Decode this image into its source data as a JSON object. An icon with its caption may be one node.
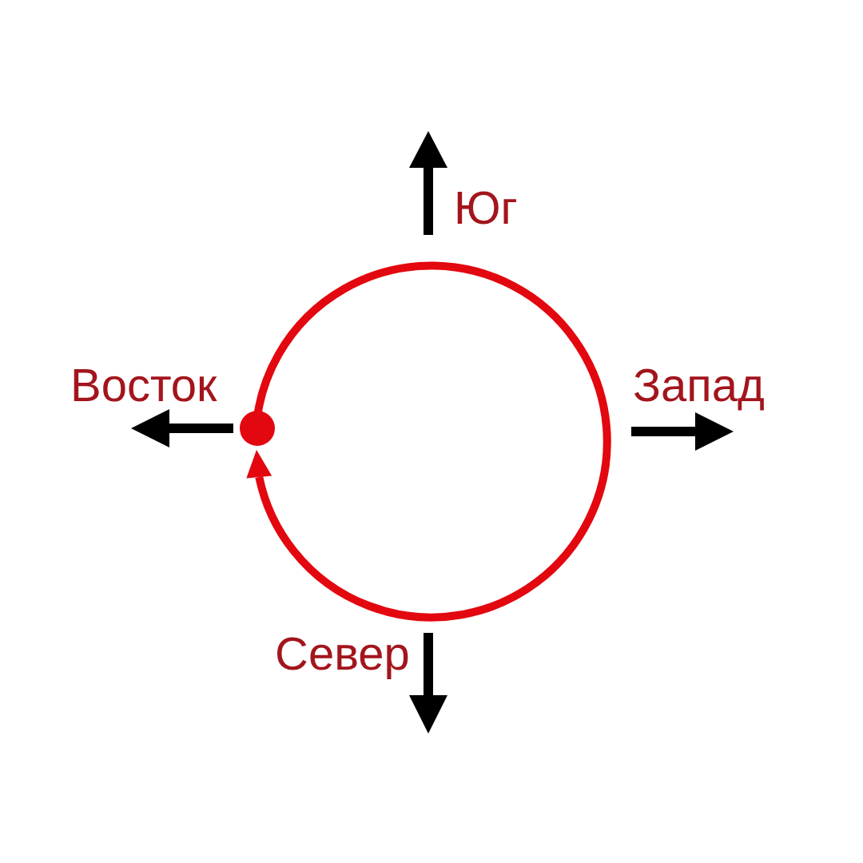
{
  "diagram": {
    "labels": [
      "Юг",
      "Восток",
      "Запад",
      "Север"
    ]
  }
}
